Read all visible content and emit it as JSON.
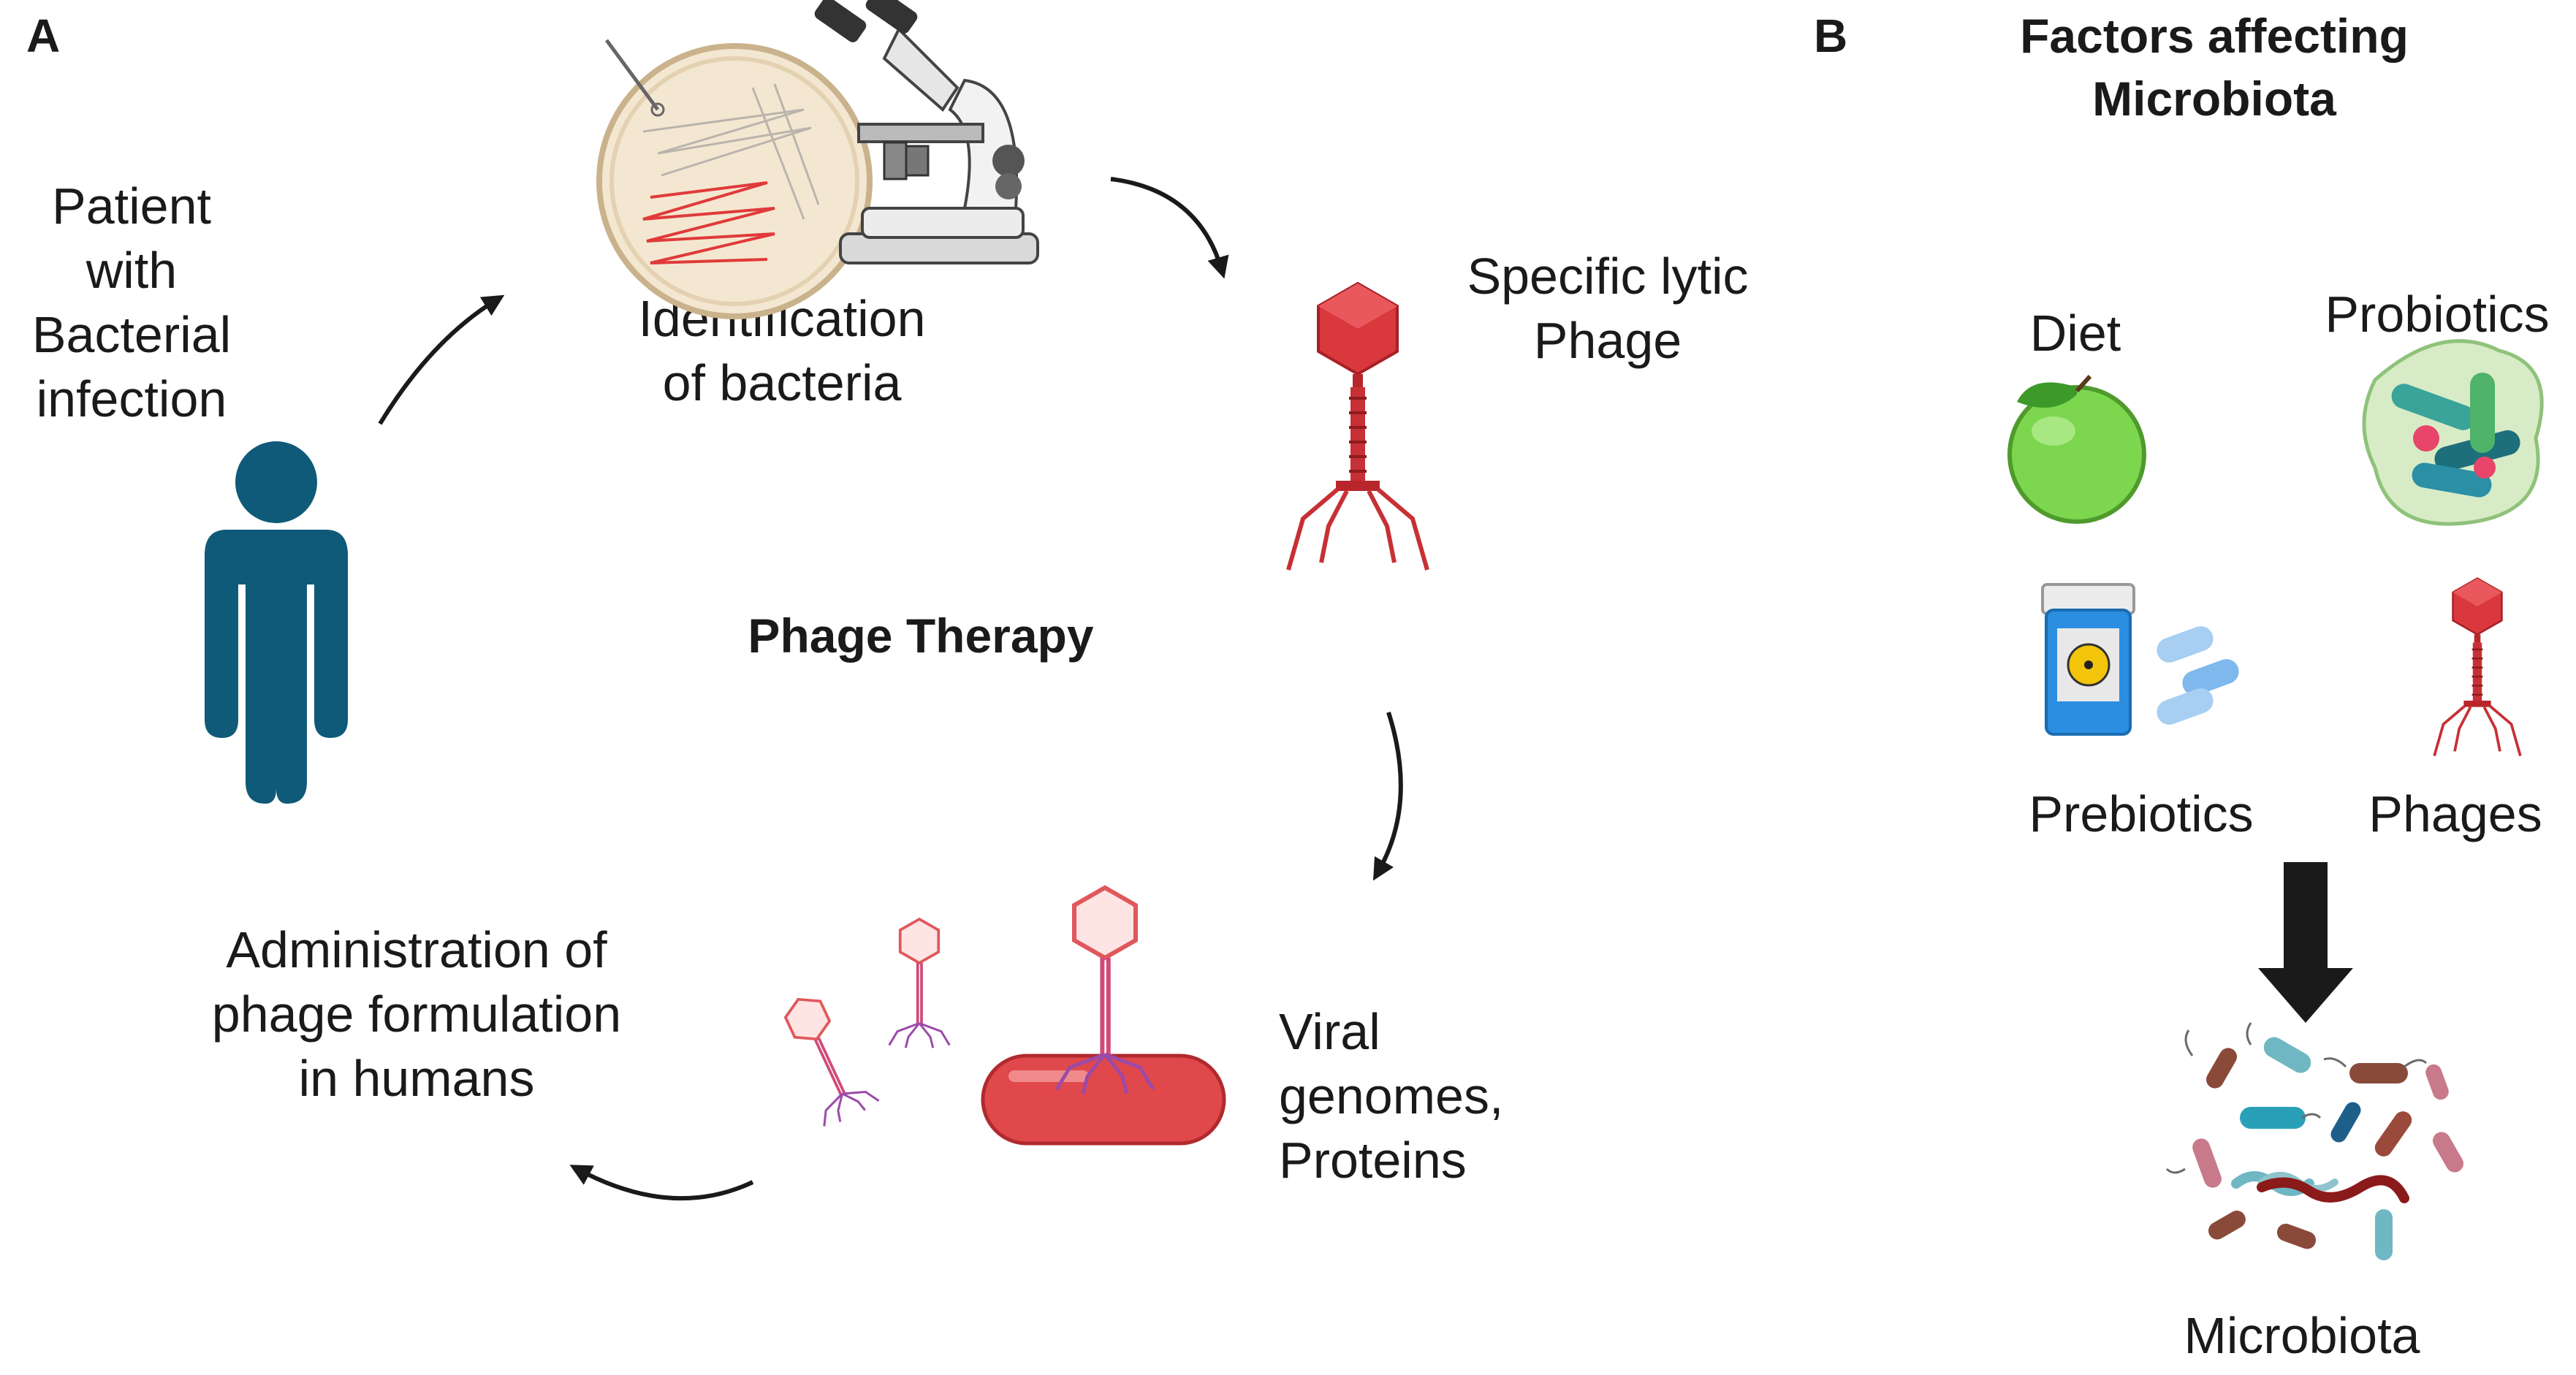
{
  "panel_a": {
    "letter": "A",
    "center_title": "Phage Therapy",
    "steps": {
      "patient": "Patient\nwith\nBacterial\ninfection",
      "identification": "Identification\nof bacteria",
      "lytic_phage": "Specific lytic\nPhage",
      "genomes": "Viral\ngenomes,\nProteins",
      "administration": "Administration of\nphage formulation\nin humans"
    }
  },
  "panel_b": {
    "letter": "B",
    "title": "Factors affecting\nMicrobiota",
    "factors": {
      "diet": "Diet",
      "probiotics": "Probiotics",
      "prebiotics": "Prebiotics",
      "phages": "Phages"
    },
    "result": "Microbiota"
  },
  "colors": {
    "person": "#0f5a78",
    "phage_red": "#d9383d",
    "bacterium_red": "#e0484c",
    "arrow": "#1a1a1a"
  }
}
